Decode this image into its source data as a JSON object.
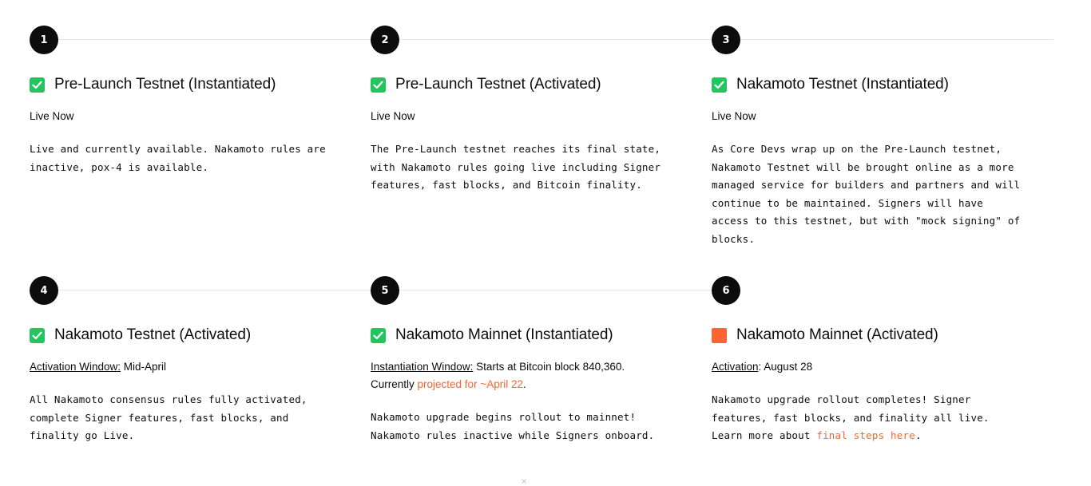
{
  "steps": [
    {
      "number": "1",
      "status": "done",
      "title": "Pre-Launch Testnet (Instantiated)",
      "meta_label": "",
      "meta_text": "Live Now",
      "description": "Live and currently available. Nakamoto rules are inactive, pox-4 is available."
    },
    {
      "number": "2",
      "status": "done",
      "title": "Pre-Launch Testnet (Activated)",
      "meta_label": "",
      "meta_text": "Live Now",
      "description": "The Pre-Launch testnet reaches its final state, with Nakamoto rules going live including Signer features, fast blocks, and Bitcoin finality."
    },
    {
      "number": "3",
      "status": "done",
      "title": "Nakamoto Testnet (Instantiated)",
      "meta_label": "",
      "meta_text": "Live Now",
      "description": "As Core Devs wrap up on the Pre-Launch testnet, Nakamoto Testnet will be brought online as a more managed service for builders and partners and will continue to be maintained. Signers will have access to this testnet, but with \"mock signing\" of blocks."
    },
    {
      "number": "4",
      "status": "done",
      "title": "Nakamoto Testnet (Activated)",
      "meta_label": "Activation Window:",
      "meta_text": " Mid-April",
      "description": "All Nakamoto consensus rules fully activated, complete Signer features, fast blocks, and finality go Live."
    },
    {
      "number": "5",
      "status": "done",
      "title": "Nakamoto Mainnet (Instantiated)",
      "meta_label": "Instantiation Window:",
      "meta_text": " Starts at Bitcoin block 840,360. Currently ",
      "meta_link": "projected for ~April 22",
      "meta_after": ".",
      "description": "Nakamoto upgrade begins rollout to mainnet! Nakamoto rules inactive while Signers onboard."
    },
    {
      "number": "6",
      "status": "pending",
      "title": "Nakamoto Mainnet (Activated)",
      "meta_label": "Activation",
      "meta_text": ": August 28",
      "description": "Nakamoto upgrade rollout completes! Signer features, fast blocks, and finality all live. Learn more about ",
      "desc_link": "final steps here",
      "desc_after": "."
    }
  ],
  "colors": {
    "done": "#22c55e",
    "pending": "#fc6432",
    "accent": "#fc6432"
  },
  "icons": {
    "done": "checkmark-icon",
    "pending": "square-icon",
    "close": "close-icon"
  },
  "close_glyph": "×"
}
